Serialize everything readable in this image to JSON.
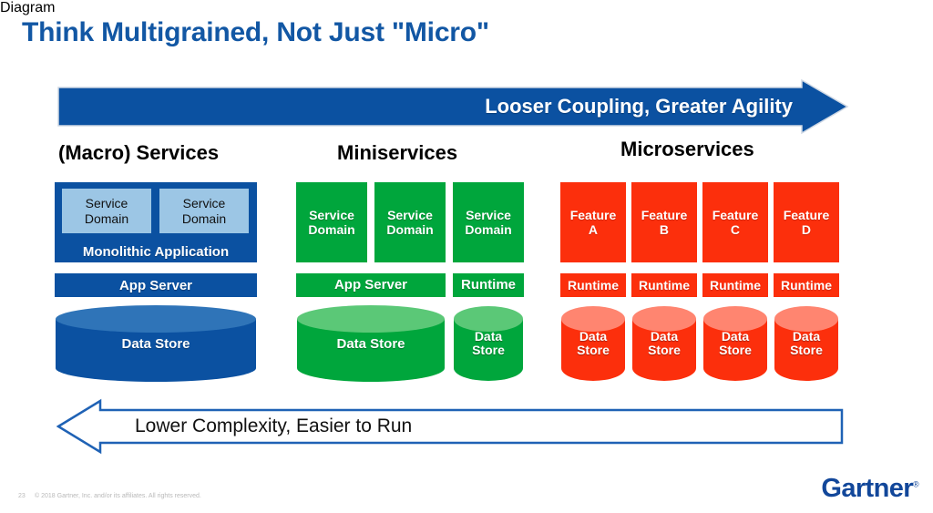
{
  "slide": {
    "title": "Think Multigrained, Not Just \"Micro\"",
    "title_color": "#1257a4"
  },
  "top_arrow": {
    "label": "Looser Coupling, Greater Agility",
    "direction": "right",
    "fill_color": "#0b51a1",
    "text_color": "#ffffff"
  },
  "bottom_arrow": {
    "label": "Lower Complexity, Easier to Run",
    "direction": "left",
    "fill_color": "#ffffff",
    "stroke_color": "#1f62b5",
    "text_color": "#111111"
  },
  "columns": [
    {
      "id": "macro",
      "header": "(Macro) Services",
      "accent_color": "#0b51a1",
      "sub_color": "#9cc6e5",
      "service_domains": [
        "Service Domain",
        "Service Domain"
      ],
      "container_label": "Monolithic Application",
      "runtimes": [
        "App Server"
      ],
      "data_stores": [
        "Data Store"
      ]
    },
    {
      "id": "mini",
      "header": "Miniservices",
      "accent_color": "#00a63c",
      "service_domains": [
        "Service Domain",
        "Service Domain",
        "Service Domain"
      ],
      "runtimes": [
        "App Server",
        "Runtime"
      ],
      "data_stores": [
        "Data Store",
        "Data Store"
      ]
    },
    {
      "id": "micro",
      "header": "Microservices",
      "accent_color": "#fc2f0c",
      "features": [
        "Feature A",
        "Feature B",
        "Feature C",
        "Feature D"
      ],
      "runtimes": [
        "Runtime",
        "Runtime",
        "Runtime",
        "Runtime"
      ],
      "data_stores": [
        "Data Store",
        "Data Store",
        "Data Store",
        "Data Store"
      ]
    }
  ],
  "footer": {
    "page_number": "23",
    "copyright": "© 2018 Gartner, Inc. and/or its affiliates. All rights reserved.",
    "logo_text": "Gartner",
    "logo_mark": "®",
    "logo_color": "#12479a"
  }
}
